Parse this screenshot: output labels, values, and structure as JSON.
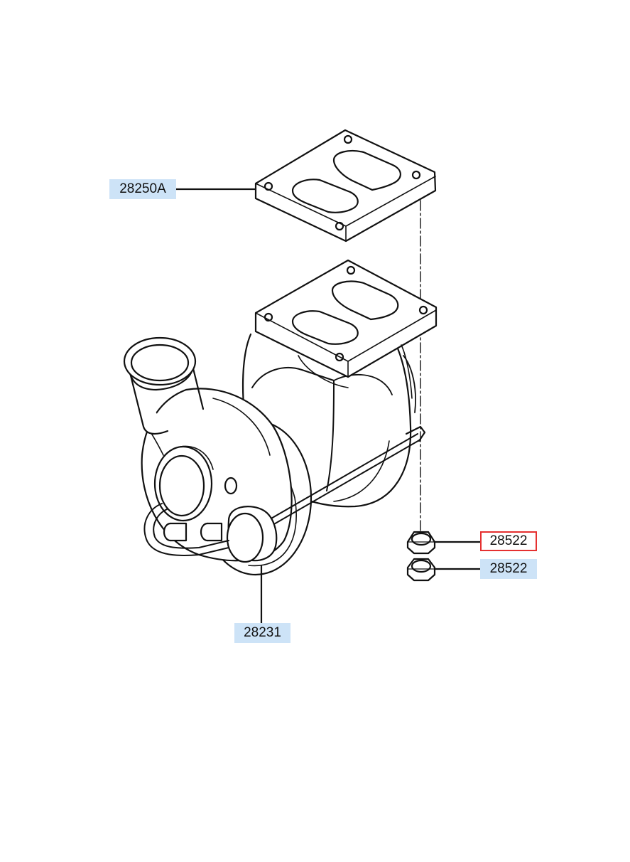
{
  "colors": {
    "label_bg": "#cde3f7",
    "highlight_border": "#e53030",
    "selected_bg": "#ffffff",
    "line": "#111111"
  },
  "callouts": {
    "gasket": {
      "text": "28250A"
    },
    "turbocharger": {
      "text": "28231"
    },
    "nut_upper": {
      "text": "28522",
      "selected": true
    },
    "nut_lower": {
      "text": "28522"
    }
  }
}
